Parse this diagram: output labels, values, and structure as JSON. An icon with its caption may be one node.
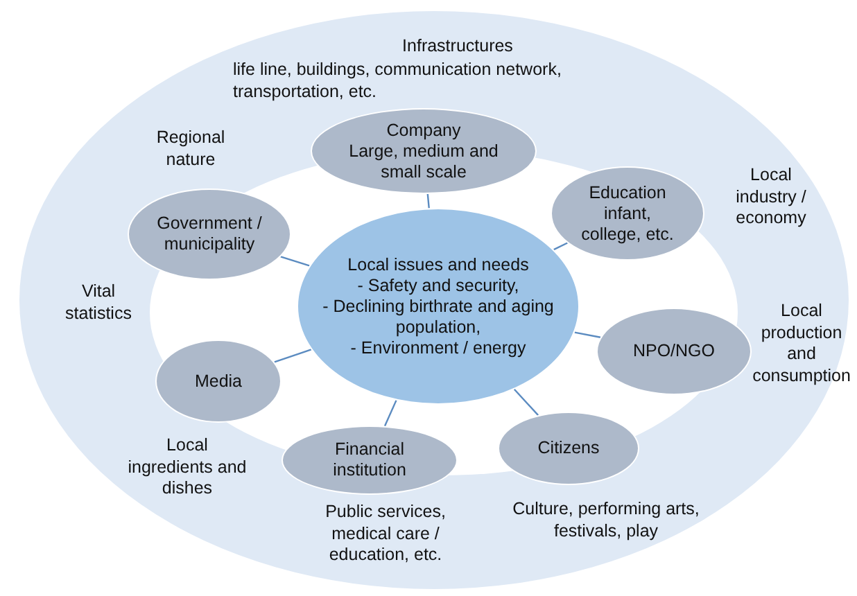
{
  "diagram": {
    "nodes": [
      {
        "text": [
          "Infrastructures",
          "life line, buildings, communication network, transportation, etc.",
          "Regional nature",
          "Local industry / economy",
          "Vital statistics",
          "Local production and consumption",
          "Local ingredients and dishes",
          "Public services, medical care / education, etc.",
          "Culture, performing arts, festivals, play"
        ]
      },
      {
        "text": [
          "Company",
          "Large, medium and small scale"
        ],
        "in": 0
      },
      {
        "text": [
          "Education",
          "infant, college, etc."
        ],
        "in": 0
      },
      {
        "text": [
          "Government / municipality"
        ],
        "in": 0
      },
      {
        "text": [
          "Local issues and needs",
          "- Safety and security,",
          "- Declining birthrate and aging population,",
          "- Environment / energy"
        ],
        "in": 0
      },
      {
        "text": [
          "Media"
        ],
        "in": 0
      },
      {
        "text": [
          "NPO/NGO"
        ],
        "in": 0
      },
      {
        "text": [
          "Financial institution"
        ],
        "in": 0
      },
      {
        "text": [
          "Citizens"
        ],
        "in": 0
      }
    ],
    "edges": [
      {
        "from": 4,
        "to": 1,
        "arrow": "none"
      },
      {
        "from": 4,
        "to": 2,
        "arrow": "none"
      },
      {
        "from": 4,
        "to": 3,
        "arrow": "none"
      },
      {
        "from": 4,
        "to": 5,
        "arrow": "none"
      },
      {
        "from": 4,
        "to": 6,
        "arrow": "none"
      },
      {
        "from": 4,
        "to": 7,
        "arrow": "none"
      },
      {
        "from": 4,
        "to": 8,
        "arrow": "none"
      }
    ]
  }
}
